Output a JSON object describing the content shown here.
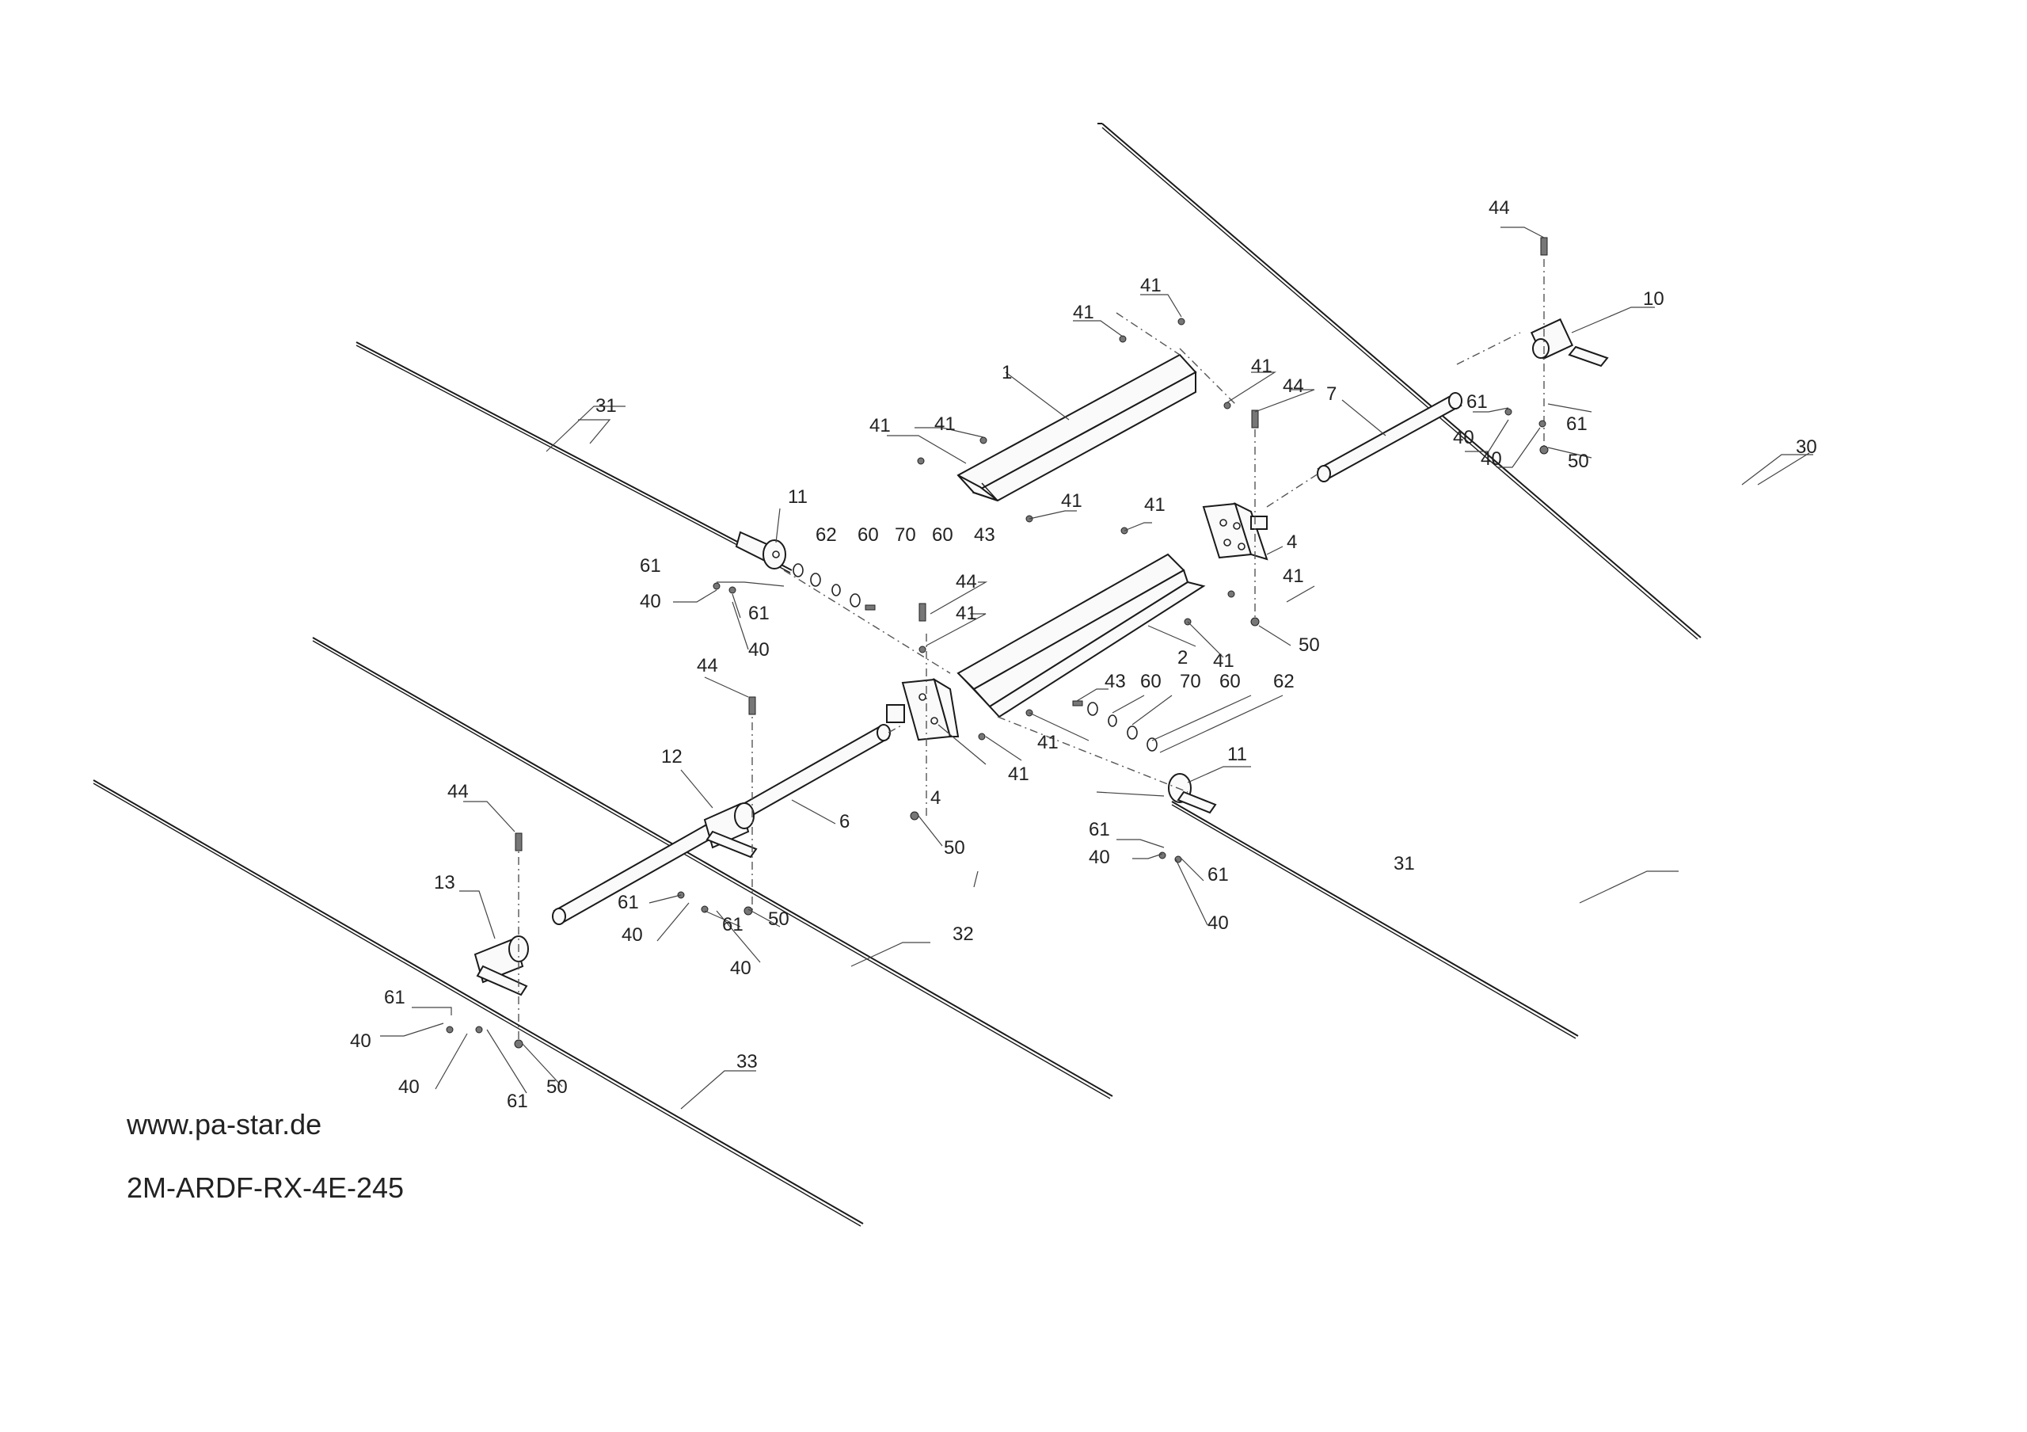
{
  "callouts": {
    "c44_top": "44",
    "c10": "10",
    "c41_a": "41",
    "c41_b": "41",
    "c41_c": "41",
    "c44_b": "44",
    "c1": "1",
    "c7": "7",
    "c61_a": "61",
    "c61_b": "61",
    "c40_a": "40",
    "c40_b": "40",
    "c50_a": "50",
    "c31_top": "31",
    "c41_d": "41",
    "c41_e": "41",
    "c30": "30",
    "c11_top": "11",
    "c41_f": "41",
    "c41_g": "41",
    "c4_top": "4",
    "c62_a": "62",
    "c60_a": "60",
    "c70_a": "70",
    "c60_b": "60",
    "c43_a": "43",
    "c61_c": "61",
    "c41_h": "41",
    "c40_c": "40",
    "c61_d": "61",
    "c44_c": "44",
    "c41_i": "41",
    "c2": "2",
    "c40_d": "40",
    "c50_b": "50",
    "c41_j": "41",
    "c44_d": "44",
    "c43_b": "43",
    "c60_c": "60",
    "c70_b": "70",
    "c60_d": "60",
    "c62_b": "62",
    "c12": "12",
    "c41_k": "41",
    "c41_l": "41",
    "c11_b": "11",
    "c4_b": "4",
    "c6": "6",
    "c44_e": "44",
    "c61_e": "61",
    "c40_e": "40",
    "c50_c": "50",
    "c61_f": "61",
    "c13": "13",
    "c31_b": "31",
    "c61_g": "61",
    "c40_f": "40",
    "c50_d": "50",
    "c61_h": "61",
    "c40_g": "40",
    "c32": "32",
    "c40_h": "40",
    "c61_i": "61",
    "c40_i": "40",
    "c61_j": "61",
    "c40_j": "40",
    "c50_e": "50",
    "c33": "33"
  },
  "footer": {
    "website": "www.pa-star.de",
    "drawing_number": "2M-ARDF-RX-4E-245"
  }
}
